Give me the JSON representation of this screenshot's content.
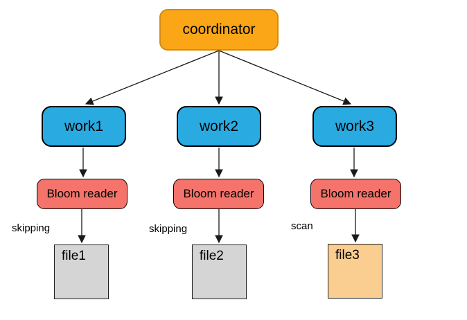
{
  "diagram": {
    "nodes": {
      "coordinator": {
        "label": "coordinator"
      },
      "workers": [
        {
          "label": "work1"
        },
        {
          "label": "work2"
        },
        {
          "label": "work3"
        }
      ],
      "readers": [
        {
          "label": "Bloom reader"
        },
        {
          "label": "Bloom reader"
        },
        {
          "label": "Bloom reader"
        }
      ],
      "files": [
        {
          "label": "file1"
        },
        {
          "label": "file2"
        },
        {
          "label": "file3"
        }
      ]
    },
    "edge_labels": [
      {
        "text": "skipping"
      },
      {
        "text": "skipping"
      },
      {
        "text": "scan"
      }
    ],
    "edges": [
      "coordinator->work1",
      "coordinator->work2",
      "coordinator->work3",
      "work1->bloom-reader-1",
      "work2->bloom-reader-2",
      "work3->bloom-reader-3",
      "bloom-reader-1->file1",
      "bloom-reader-2->file2",
      "bloom-reader-3->file3"
    ],
    "colors": {
      "coordinator_fill": "#FBA617",
      "coordinator_border": "#D68910",
      "worker_fill": "#29ABE2",
      "reader_fill": "#F4736B",
      "file_gray_fill": "#D5D5D5",
      "file_orange_fill": "#FACD91",
      "node_border": "#000000",
      "edge_stroke": "#1A1A1A",
      "background": "#FFFFFF"
    }
  }
}
